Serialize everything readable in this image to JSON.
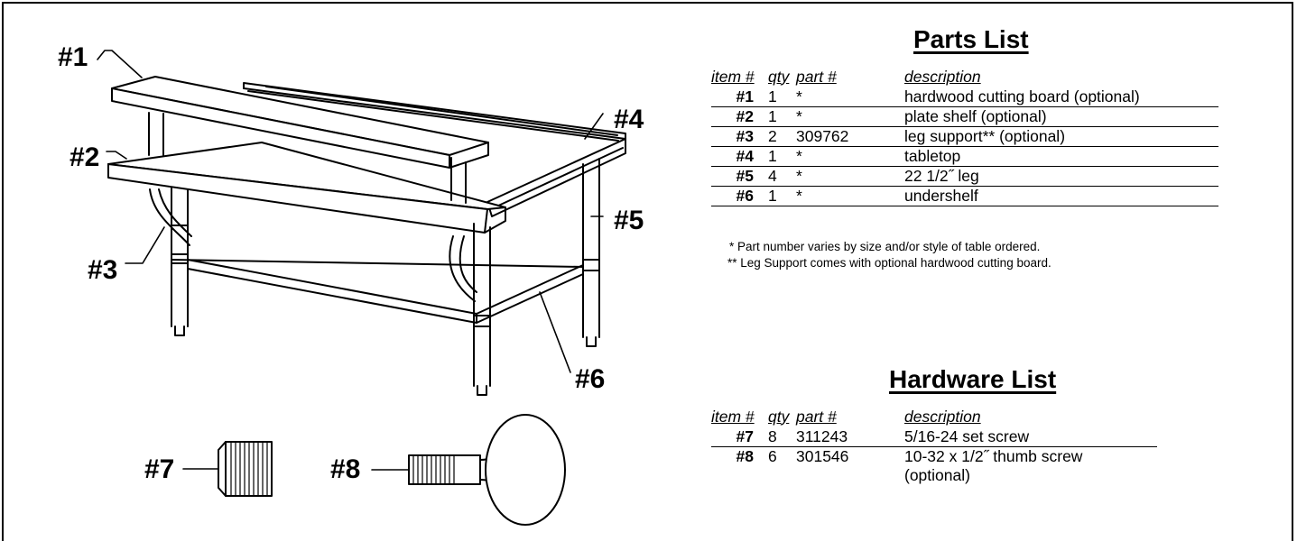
{
  "callouts": {
    "c1": "#1",
    "c2": "#2",
    "c3": "#3",
    "c4": "#4",
    "c5": "#5",
    "c6": "#6",
    "c7": "#7",
    "c8": "#8"
  },
  "parts_list": {
    "title": "Parts List",
    "headers": {
      "item": "item #",
      "qty": "qty",
      "part": "part #",
      "description": "description"
    },
    "rows": [
      {
        "item": "#1",
        "qty": "1",
        "part": "*",
        "description": "hardwood cutting board (optional)"
      },
      {
        "item": "#2",
        "qty": "1",
        "part": "*",
        "description": "plate shelf (optional)"
      },
      {
        "item": "#3",
        "qty": "2",
        "part": "309762",
        "description": "leg support** (optional)"
      },
      {
        "item": "#4",
        "qty": "1",
        "part": "*",
        "description": "tabletop"
      },
      {
        "item": "#5",
        "qty": "4",
        "part": "*",
        "description": "22 1/2˝ leg"
      },
      {
        "item": "#6",
        "qty": "1",
        "part": "*",
        "description": "undershelf"
      }
    ],
    "footnotes": [
      " * Part number varies by size and/or style of table ordered.",
      "** Leg Support comes with optional hardwood cutting board."
    ]
  },
  "hardware_list": {
    "title": "Hardware List",
    "headers": {
      "item": "item #",
      "qty": "qty",
      "part": "part #",
      "description": "description"
    },
    "rows": [
      {
        "item": "#7",
        "qty": "8",
        "part": "311243",
        "description": "5/16-24 set screw"
      },
      {
        "item": "#8",
        "qty": "6",
        "part": "301546",
        "description": "10-32 x 1/2˝ thumb screw",
        "description2": "(optional)"
      }
    ]
  }
}
